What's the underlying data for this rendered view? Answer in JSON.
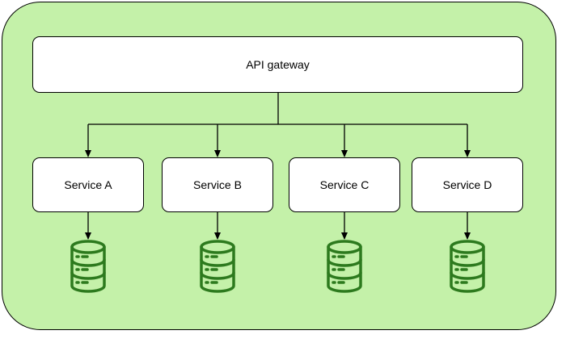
{
  "diagram": {
    "container_color": "#c4f1a9",
    "accent_color": "#2d7a1e",
    "gateway": {
      "label": "API gateway"
    },
    "services": [
      {
        "label": "Service A"
      },
      {
        "label": "Service B"
      },
      {
        "label": "Service C"
      },
      {
        "label": "Service D"
      }
    ],
    "databases": [
      {
        "icon": "database-icon"
      },
      {
        "icon": "database-icon"
      },
      {
        "icon": "database-icon"
      },
      {
        "icon": "database-icon"
      }
    ]
  }
}
